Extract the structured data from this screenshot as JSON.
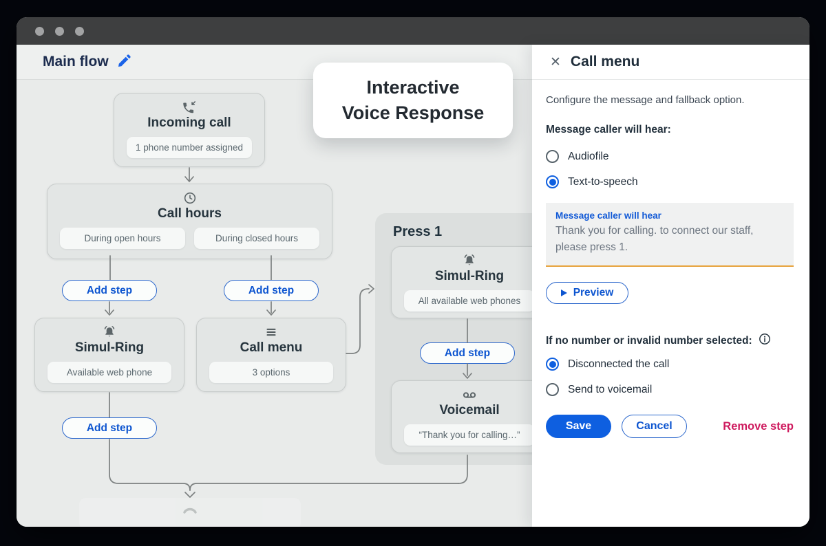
{
  "window": {
    "titlebar": {
      "dot_count": 3
    }
  },
  "flow": {
    "header": {
      "title": "Main flow"
    },
    "ivr_card": {
      "line1": "Interactive",
      "line2": "Voice Response"
    },
    "add_step_label": "Add step",
    "nodes": {
      "incoming_call": {
        "icon": "incoming-call-icon",
        "title": "Incoming call",
        "pill": "1 phone number assigned"
      },
      "call_hours": {
        "icon": "clock-icon",
        "title": "Call hours",
        "pill_open": "During open hours",
        "pill_closed": "During closed hours"
      },
      "simul_ring": {
        "icon": "bell-icon",
        "title": "Simul-Ring",
        "pill": "Available web phone"
      },
      "call_menu": {
        "icon": "menu-icon",
        "title": "Call menu",
        "pill": "3 options"
      }
    },
    "press_group": {
      "title": "Press 1",
      "simul_ring": {
        "icon": "bell-icon",
        "title": "Simul-Ring",
        "pill": "All available web phones"
      },
      "voicemail": {
        "icon": "voicemail-icon",
        "title": "Voicemail",
        "pill": "“Thank you for calling…”"
      }
    },
    "ghost_node": {
      "icon": "hang-up-phone-icon"
    }
  },
  "panel": {
    "close_glyph": "✕",
    "title": "Call menu",
    "description": "Configure the message and fallback option.",
    "message_section": {
      "heading": "Message caller will hear:",
      "options": [
        {
          "label": "Audiofile",
          "selected": false
        },
        {
          "label": "Text-to-speech",
          "selected": true
        }
      ]
    },
    "message_field": {
      "label": "Message caller will hear",
      "value": "Thank you for calling. to connect our staff, please press 1."
    },
    "preview_button": "Preview",
    "fallback_section": {
      "heading": "If no number or invalid number selected:",
      "info_icon": "info-icon",
      "options": [
        {
          "label": "Disconnected the call",
          "selected": true
        },
        {
          "label": "Send to voicemail",
          "selected": false
        }
      ]
    },
    "save_button": "Save",
    "cancel_button": "Cancel",
    "remove_button": "Remove step"
  },
  "colors": {
    "accent_blue": "#0e5fe0",
    "link_blue": "#0d55d0",
    "remove_pink": "#ce1a5e",
    "field_underline_amber": "#e7a33d",
    "connector_gray": "#7c8080",
    "canvas_bg": "#e9ebea",
    "group_bg": "#dcdfde",
    "node_bg": "#e3e6e5",
    "titlebar_bg": "#3e3f40"
  }
}
